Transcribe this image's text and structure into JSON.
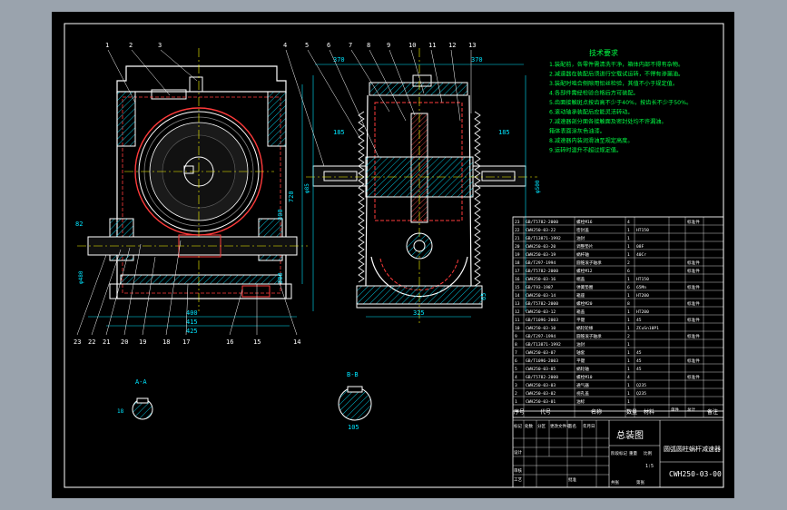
{
  "colors": {
    "background": "#9aa3ad",
    "sheet": "#000000",
    "outline": "#ffffff",
    "dimension": "#00e5ff",
    "hidden": "#ff3b3b",
    "notes": "#00ff44",
    "center": "#ffff00",
    "hatch": "#00bcd4"
  },
  "balloons_top": [
    "1",
    "2",
    "3",
    "4",
    "5",
    "6",
    "7",
    "8",
    "9",
    "10",
    "11",
    "12",
    "13"
  ],
  "balloons_bottom": [
    "23",
    "22",
    "21",
    "20",
    "19",
    "18",
    "17",
    "16",
    "15",
    "14"
  ],
  "dims": {
    "d1": "370",
    "d2": "370",
    "d3": "185",
    "d4": "185",
    "d5": "720",
    "d6": "300",
    "d7": "300",
    "d8": "82",
    "d9": "325",
    "d10": "65",
    "d11": "400",
    "d12": "415",
    "d13": "425",
    "d14": "φ480",
    "d15": "φ85",
    "d16": "φ500"
  },
  "section_a": {
    "label": "A-A",
    "dim": "18"
  },
  "section_b": {
    "label": "B-B",
    "dim": "105"
  },
  "notes": {
    "title": "技术要求",
    "lines": [
      "1.装配前，各零件需清洗干净，箱体内部不得有杂物。",
      "2.减速器在装配后须进行空载试运转，不得有渗漏油。",
      "3.装配时啮合侧隙用铅丝检验，其值不小于规定值。",
      "4.各部件需经检验合格后方可装配。",
      "5.齿面接触斑点按齿高不少于40%，按齿长不少于50%。",
      "6.滚动轴承装配后应能灵活转动。",
      "7.减速器剖分面各接触面及密封处均不许漏油。",
      "  箱体表面涂灰色油漆。",
      "8.减速器内装润滑油至规定高度。",
      "9.运转时温升不超过规定值。"
    ]
  },
  "bom": {
    "rows": [
      [
        "23",
        "GB/T5782-2000",
        "螺栓M16",
        "4",
        "",
        "标准件"
      ],
      [
        "22",
        "CWH250-03-22",
        "密封盖",
        "1",
        "HT150",
        ""
      ],
      [
        "21",
        "GB/T13871-1992",
        "油封",
        "1",
        "",
        ""
      ],
      [
        "20",
        "CWH250-03-20",
        "调整垫片",
        "1",
        "08F",
        ""
      ],
      [
        "19",
        "CWH250-03-19",
        "蜗杆轴",
        "1",
        "40Cr",
        ""
      ],
      [
        "18",
        "GB/T297-1994",
        "圆锥滚子轴承",
        "2",
        "",
        "标准件"
      ],
      [
        "17",
        "GB/T5782-2000",
        "螺栓M12",
        "6",
        "",
        "标准件"
      ],
      [
        "16",
        "CWH250-03-16",
        "端盖",
        "1",
        "HT150",
        ""
      ],
      [
        "15",
        "GB/T93-1987",
        "弹簧垫圈",
        "6",
        "65Mn",
        "标准件"
      ],
      [
        "14",
        "CWH250-03-14",
        "箱座",
        "1",
        "HT200",
        ""
      ],
      [
        "13",
        "GB/T5782-2000",
        "螺栓M20",
        "8",
        "",
        "标准件"
      ],
      [
        "12",
        "CWH250-03-12",
        "箱盖",
        "1",
        "HT200",
        ""
      ],
      [
        "11",
        "GB/T1096-2003",
        "平键",
        "1",
        "45",
        "标准件"
      ],
      [
        "10",
        "CWH250-03-10",
        "蜗轮轮缘",
        "1",
        "ZCuSn10P1",
        ""
      ],
      [
        "9",
        "GB/T297-1994",
        "圆锥滚子轴承",
        "2",
        "",
        "标准件"
      ],
      [
        "8",
        "GB/T13871-1992",
        "油封",
        "1",
        "",
        ""
      ],
      [
        "7",
        "CWH250-03-07",
        "轴套",
        "1",
        "45",
        ""
      ],
      [
        "6",
        "GB/T1096-2003",
        "平键",
        "1",
        "45",
        "标准件"
      ],
      [
        "5",
        "CWH250-03-05",
        "蜗轮轴",
        "1",
        "45",
        ""
      ],
      [
        "4",
        "GB/T5782-2000",
        "螺栓M10",
        "4",
        "",
        "标准件"
      ],
      [
        "3",
        "CWH250-03-03",
        "通气器",
        "1",
        "Q235",
        ""
      ],
      [
        "2",
        "CWH250-03-02",
        "视孔盖",
        "1",
        "Q235",
        ""
      ],
      [
        "1",
        "CWH250-03-01",
        "油标",
        "1",
        "",
        ""
      ]
    ],
    "header": {
      "no": "序号",
      "code": "代号",
      "name": "名称",
      "qty": "数量",
      "material": "材料",
      "note": "备注",
      "unit": "单件",
      "total": "总计",
      "weight": "重量"
    }
  },
  "title_block": {
    "drawing": "总装图",
    "product": "圆弧圆柱蜗杆减速器",
    "number": "CWH250-03-00",
    "scale": "1:5",
    "labels": [
      "标记",
      "处数",
      "分区",
      "更改文件号",
      "签名",
      "年月日",
      "设计",
      "审核",
      "工艺",
      "批准",
      "阶段标记",
      "重量",
      "比例",
      "共张",
      "第张"
    ]
  }
}
